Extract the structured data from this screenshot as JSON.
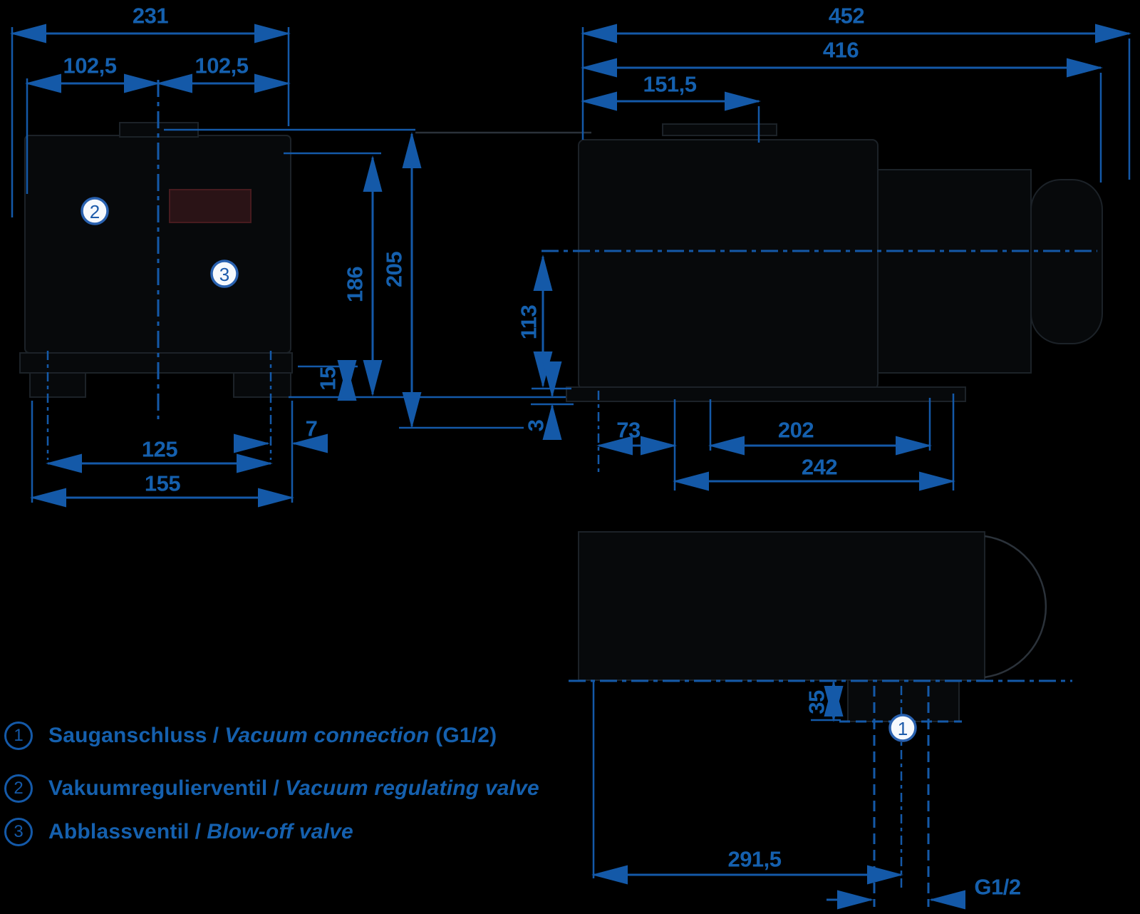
{
  "drawing": {
    "kind": "technical dimensional drawing of a vacuum pump (three views)",
    "colors": {
      "dimension_blue": "#1459a8",
      "background": "#000000",
      "marker_fill": "#f6f9fd",
      "nameplate_red": "#3a171b"
    }
  },
  "dims": {
    "d231": "231",
    "d102_5_left": "102,5",
    "d102_5_right": "102,5",
    "d186": "186",
    "d205": "205",
    "d15": "15",
    "d7": "7",
    "d125": "125",
    "d155": "155",
    "d452": "452",
    "d416": "416",
    "d151_5": "151,5",
    "d113": "113",
    "d3": "3",
    "d73": "73",
    "d202": "202",
    "d242": "242",
    "d35": "35",
    "d291_5": "291,5",
    "g12": "G1/2"
  },
  "markers": {
    "m1": "1",
    "m2": "2",
    "m3": "3"
  },
  "legend": {
    "items": [
      {
        "num": "1",
        "de": "Sauganschluss",
        "sep": "/",
        "en": "Vacuum connection",
        "suffix": "(G1/2)"
      },
      {
        "num": "2",
        "de": "Vakuumregulierventil",
        "sep": "/",
        "en": "Vacuum regulating valve",
        "suffix": ""
      },
      {
        "num": "3",
        "de": "Abblassventil",
        "sep": "/",
        "en": "Blow-off valve",
        "suffix": ""
      }
    ]
  }
}
